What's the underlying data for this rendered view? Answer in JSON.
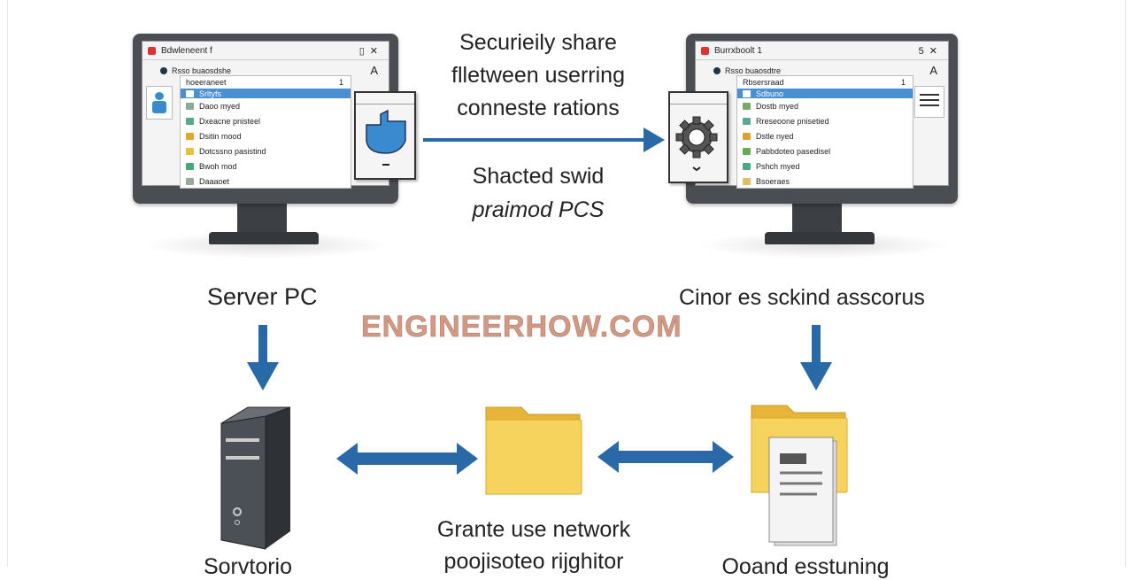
{
  "left_pc": {
    "window_title": "Bdwleneent f",
    "subtitle": "Rsso buaosdshe",
    "list_header": "hoeeraneet",
    "list_count": "1",
    "items": [
      "Srltyfs",
      "Daoo myed",
      "Dxeacne pnisteel",
      "Dsitin mood",
      "Dotcssno pasistind",
      "Bwoh mod",
      "Daaaoet"
    ],
    "item_colors": [
      "#4a90d0",
      "#8a9",
      "#5a8",
      "#e0a830",
      "#e8c040",
      "#4a7",
      "#9a9"
    ],
    "side_letter": "A"
  },
  "right_pc": {
    "window_title": "Burrxboolt 1",
    "subtitle": "Rsso buaosdtre",
    "list_header": "Rbsersraad",
    "list_count": "1",
    "items": [
      "Sdbuno",
      "Dostb myed",
      "Rreseoone pnisetied",
      "Dstle nyed",
      "Pabbdoteo pasedisel",
      "Pshch myed",
      "Bsoeraes"
    ],
    "item_colors": [
      "#4a90d0",
      "#7a6",
      "#5a9",
      "#e0a030",
      "#6a5",
      "#4a8",
      "#e0c060"
    ],
    "side_letter": "A"
  },
  "center_text_top": [
    "Securieily share",
    "flletween userring",
    "conneste rations"
  ],
  "center_text_bottom": [
    "Shacted swid",
    "praimod PCS"
  ],
  "left_label": "Server PC",
  "right_label": "Cinor es sckind asscorus",
  "watermark": "ENGINEERHOW.COM",
  "bottom_text": [
    "Grante use network",
    "poojisoteo rijghitor"
  ],
  "bottom_left_label": "Sorvtorio",
  "bottom_right_label": "Ooand esstuning",
  "colors": {
    "arrow": "#2a69a8",
    "folder": "#f5d158",
    "folder_edge": "#d9a82a",
    "server": "#3c3f44"
  }
}
